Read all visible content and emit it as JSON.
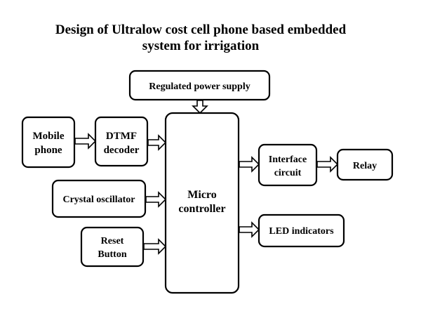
{
  "diagram": {
    "title_line1": "Design of Ultralow cost cell phone based embedded",
    "title_line2": "system for irrigation",
    "blocks": {
      "power_supply": "Regulated power supply",
      "mobile_phone_line1": "Mobile",
      "mobile_phone_line2": "phone",
      "dtmf_line1": "DTMF",
      "dtmf_line2": "decoder",
      "crystal": "Crystal oscillator",
      "reset_line1": "Reset",
      "reset_line2": "Button",
      "micro_line1": "Micro",
      "micro_line2": "controller",
      "interface_line1": "Interface",
      "interface_line2": "circuit",
      "relay": "Relay",
      "led": "LED indicators"
    }
  }
}
